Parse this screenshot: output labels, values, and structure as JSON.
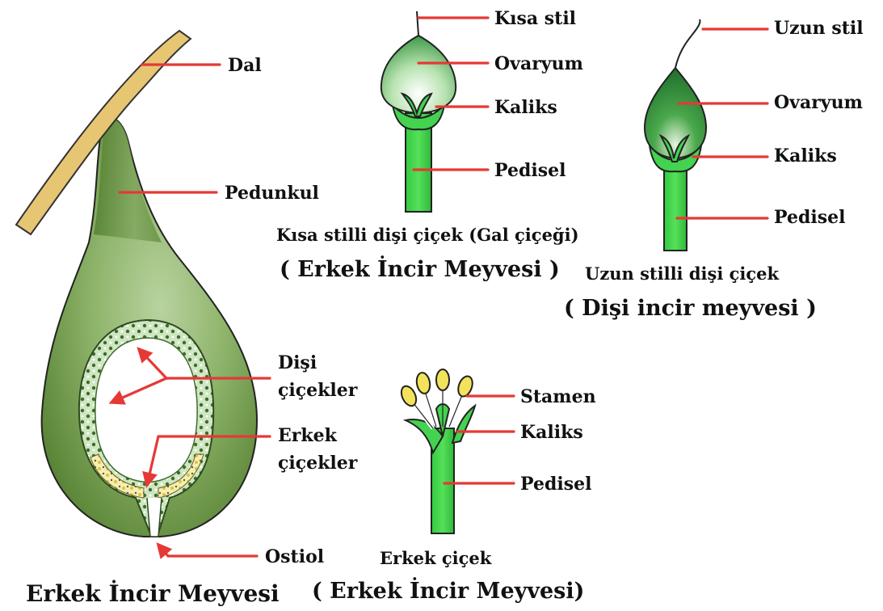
{
  "fig": {
    "main_caption": "Erkek İncir Meyvesi",
    "labels": {
      "dal": "Dal",
      "pedunkul": "Pedunkul",
      "disi_cicekler_1": "Dişi",
      "disi_cicekler_2": "çiçekler",
      "erkek_cicekler_1": "Erkek",
      "erkek_cicekler_2": "çiçekler",
      "ostiol": "Ostiol"
    }
  },
  "short_style_flower": {
    "labels": {
      "stil": "Kısa stil",
      "ovaryum": "Ovaryum",
      "kaliks": "Kaliks",
      "pedisel": "Pedisel"
    },
    "caption_1": "Kısa stilli dişi çiçek (Gal çiçeği)",
    "caption_2": "( Erkek İncir Meyvesi )"
  },
  "long_style_flower": {
    "labels": {
      "stil": "Uzun stil",
      "ovaryum": "Ovaryum",
      "kaliks": "Kaliks",
      "pedisel": "Pedisel"
    },
    "caption_1": "Uzun stilli dişi çiçek",
    "caption_2": "( Dişi incir meyvesi )"
  },
  "male_flower": {
    "labels": {
      "stamen": "Stamen",
      "kaliks": "Kaliks",
      "pedisel": "Pedisel"
    },
    "caption_1": "Erkek çiçek",
    "caption_2": "( Erkek İncir Meyvesi)"
  },
  "colors": {
    "leader": "#e53935",
    "fig_green": "#6b8f3e",
    "branch": "#e7c673",
    "flower_green": "#3fd64a",
    "anther_yellow": "#f2e35b"
  }
}
